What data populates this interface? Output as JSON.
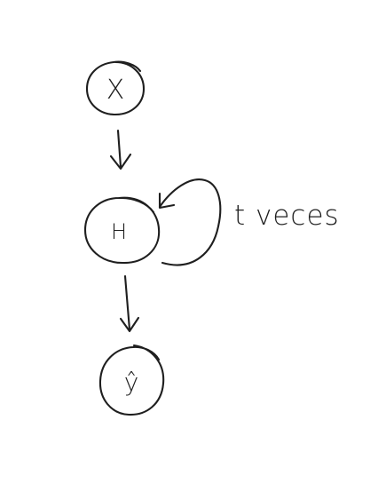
{
  "diagram": {
    "nodes": [
      {
        "id": "x",
        "label": "X"
      },
      {
        "id": "h",
        "label": "H"
      },
      {
        "id": "yhat",
        "label": "ŷ"
      }
    ],
    "edges": [
      {
        "from": "x",
        "to": "h"
      },
      {
        "from": "h",
        "to": "yhat"
      },
      {
        "from": "h",
        "to": "h",
        "label": "t veces"
      }
    ],
    "colors": {
      "ink": "#1f1f1f",
      "background": "#ffffff"
    }
  }
}
